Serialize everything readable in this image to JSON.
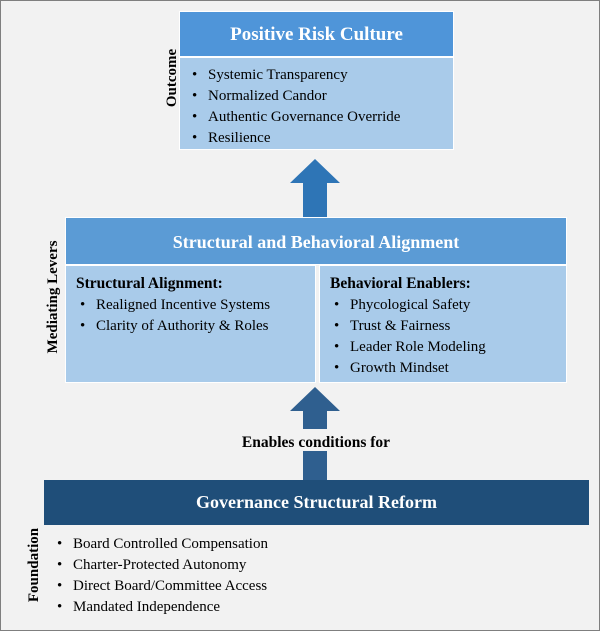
{
  "outcome": {
    "side_label": "Outcome",
    "title": "Positive Risk Culture",
    "items": [
      "Systemic Transparency",
      "Normalized Candor",
      "Authentic Governance Override",
      "Resilience"
    ]
  },
  "levers": {
    "side_label": "Mediating Levers",
    "title": "Structural and Behavioral Alignment",
    "structural": {
      "heading": "Structural Alignment:",
      "items": [
        "Realigned Incentive Systems",
        "Clarity of Authority & Roles"
      ]
    },
    "behavioral": {
      "heading": "Behavioral Enablers:",
      "items": [
        "Phycological Safety",
        "Trust & Fairness",
        "Leader Role Modeling",
        "Growth Mindset"
      ]
    }
  },
  "connector": {
    "label": "Enables conditions for"
  },
  "foundation": {
    "side_label": "Foundation",
    "title": "Governance Structural Reform",
    "items": [
      "Board Controlled Compensation",
      "Charter-Protected Autonomy",
      "Direct Board/Committee Access",
      "Mandated Independence"
    ]
  },
  "colors": {
    "outcome_header": "#4f95d9",
    "light_panel": "#a9cbea",
    "levers_header": "#5b9bd5",
    "foundation_header": "#1f4e79",
    "arrow_upper": "#2e75b6",
    "arrow_lower": "#2f5f8f"
  }
}
